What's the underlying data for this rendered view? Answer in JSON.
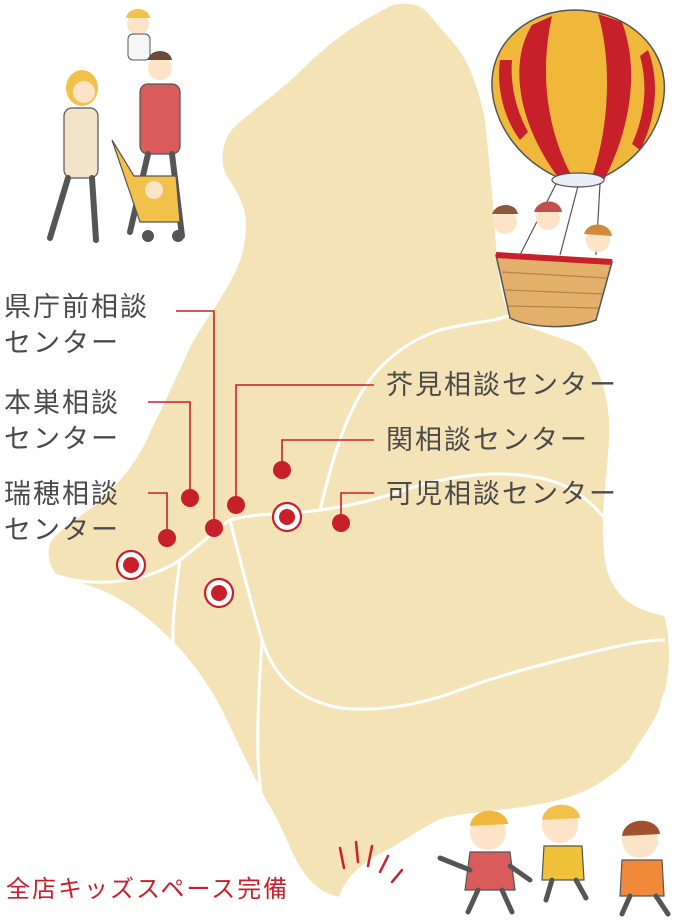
{
  "colors": {
    "land": "#f5e3b8",
    "border": "#ffffff",
    "marker": "#c8202a",
    "leader": "#c8202a",
    "label_text": "#4a4a4a",
    "accent_text": "#c8202a"
  },
  "centers": [
    {
      "id": "kenchomae",
      "lines": [
        "県庁前相談",
        "センター"
      ],
      "marker": "dot"
    },
    {
      "id": "motosu",
      "lines": [
        "本巣相談",
        "センター"
      ],
      "marker": "dot"
    },
    {
      "id": "mizuho",
      "lines": [
        "瑞穂相談",
        "センター"
      ],
      "marker": "dot"
    },
    {
      "id": "kakamigahara",
      "lines": [
        "芥見相談センター"
      ],
      "marker": "dot"
    },
    {
      "id": "seki",
      "lines": [
        "関相談センター"
      ],
      "marker": "dot"
    },
    {
      "id": "kani",
      "lines": [
        "可児相談センター"
      ],
      "marker": "dot"
    }
  ],
  "ring_markers": [
    "ring-west",
    "ring-central",
    "ring-east"
  ],
  "kids_space_note": "全店キッズスペース完備",
  "illustrations": [
    "family-with-stroller-illustration",
    "hot-air-balloon-illustration",
    "running-kids-illustration"
  ]
}
